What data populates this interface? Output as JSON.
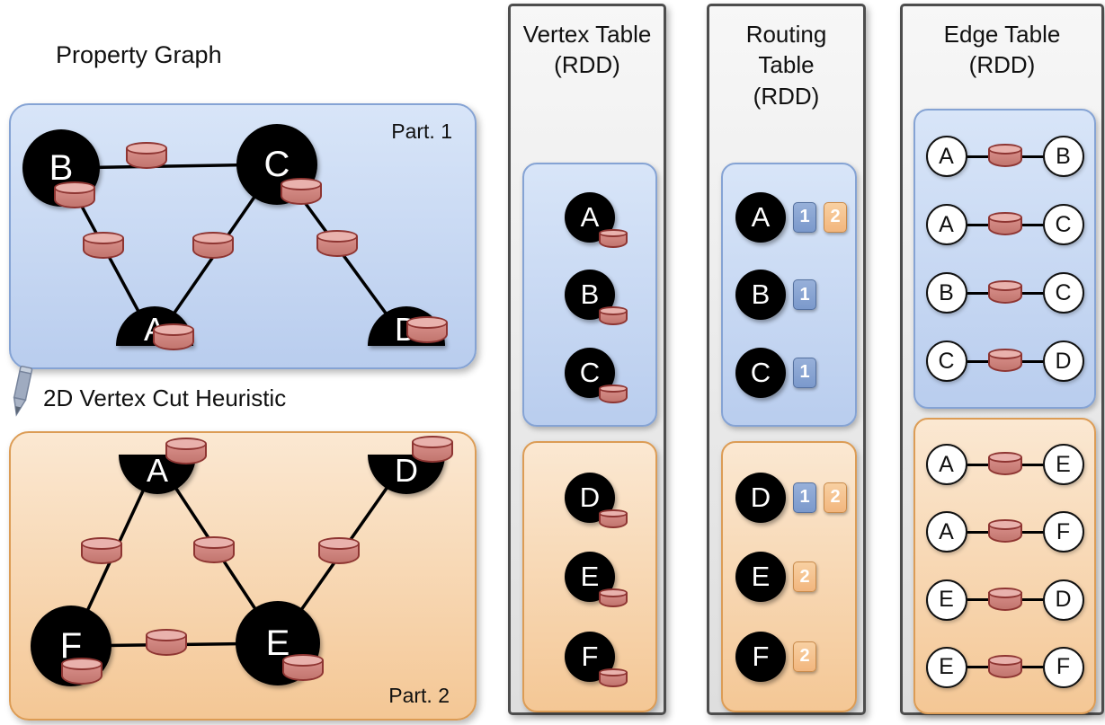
{
  "colors": {
    "p1_fill": "#b9cdee",
    "p1_light": "#d8e5f8",
    "p1_border": "#85a3d4",
    "p2_fill": "#f4c795",
    "p2_light": "#fbe8d2",
    "p2_border": "#dc9c55",
    "col_fill": "#dedede",
    "col_light": "#f7f7f7",
    "col_border": "#4d4d4d",
    "cyl_body": "#d9908b",
    "cyl_body_dark": "#c2766f",
    "cyl_top": "#e9b2ad",
    "cyl_border": "#8e3532",
    "badge_blue": "#7b99cc",
    "badge_blue_border": "#54709f",
    "badge_orange": "#f2b67e",
    "badge_orange_border": "#c98b4b",
    "vertex_fill": "#000000",
    "edge_stroke": "#000000"
  },
  "property_graph": {
    "title": "Property Graph",
    "cut_label": "2D Vertex Cut Heuristic",
    "part1": {
      "label": "Part. 1",
      "vertices": [
        "B",
        "C",
        "A",
        "D"
      ]
    },
    "part2": {
      "label": "Part. 2",
      "vertices": [
        "A",
        "D",
        "F",
        "E"
      ]
    }
  },
  "vertex_table": {
    "title_lines": [
      "Vertex Table",
      "(RDD)"
    ],
    "part1": [
      "A",
      "B",
      "C"
    ],
    "part2": [
      "D",
      "E",
      "F"
    ]
  },
  "routing_table": {
    "title_lines": [
      "Routing",
      "Table",
      "(RDD)"
    ],
    "part1": [
      {
        "vertex": "A",
        "partitions": [
          "1",
          "2"
        ]
      },
      {
        "vertex": "B",
        "partitions": [
          "1"
        ]
      },
      {
        "vertex": "C",
        "partitions": [
          "1"
        ]
      }
    ],
    "part2": [
      {
        "vertex": "D",
        "partitions": [
          "1",
          "2"
        ]
      },
      {
        "vertex": "E",
        "partitions": [
          "2"
        ]
      },
      {
        "vertex": "F",
        "partitions": [
          "2"
        ]
      }
    ]
  },
  "edge_table": {
    "title_lines": [
      "Edge Table",
      "(RDD)"
    ],
    "part1": [
      [
        "A",
        "B"
      ],
      [
        "A",
        "C"
      ],
      [
        "B",
        "C"
      ],
      [
        "C",
        "D"
      ]
    ],
    "part2": [
      [
        "A",
        "E"
      ],
      [
        "A",
        "F"
      ],
      [
        "E",
        "D"
      ],
      [
        "E",
        "F"
      ]
    ]
  }
}
